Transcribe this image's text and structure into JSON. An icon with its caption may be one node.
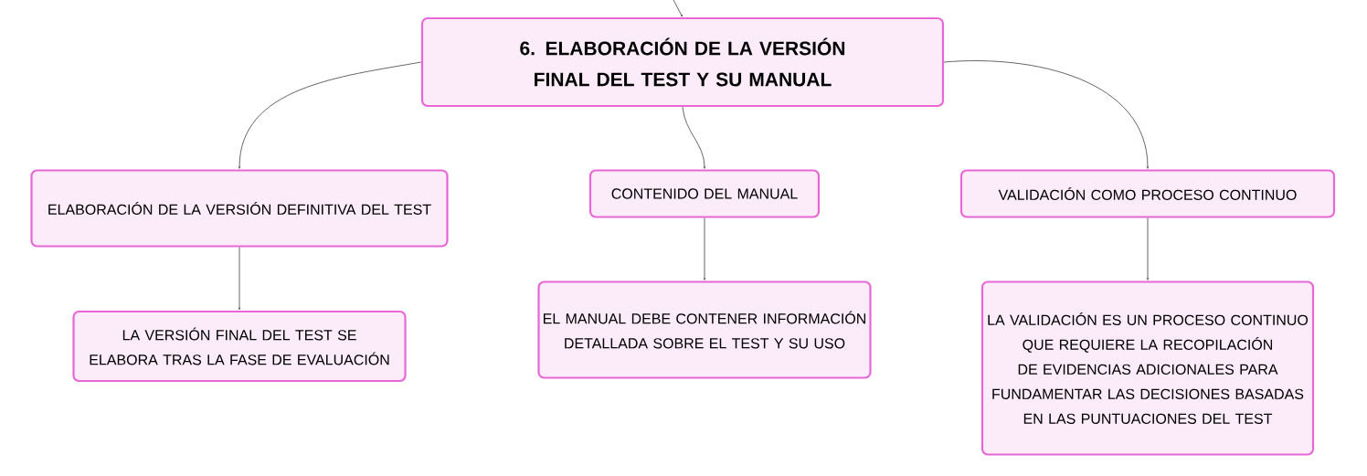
{
  "diagram": {
    "nodes": [
      {
        "text": [
          "6. ELABORACIÓN DE LA VERSIÓN FINAL DEL TEST Y SU MANUAL"
        ]
      },
      {
        "text": [
          "ELABORACIÓN DE LA VERSIÓN DEFINITIVA DEL TEST"
        ]
      },
      {
        "text": [
          "CONTENIDO DEL MANUAL"
        ]
      },
      {
        "text": [
          "VALIDACIÓN COMO PROCESO CONTINUO"
        ]
      },
      {
        "text": [
          "LA VERSIÓN FINAL DEL TEST SE ELABORA TRAS LA FASE DE EVALUACIÓN"
        ]
      },
      {
        "text": [
          "EL MANUAL DEBE CONTENER INFORMACIÓN DETALLADA SOBRE EL TEST Y SU USO"
        ]
      },
      {
        "text": [
          "LA VALIDACIÓN ES UN PROCESO CONTINUO QUE REQUIERE LA RECOPILACIÓN DE EVIDENCIAS ADICIONALES PARA FUNDAMENTAR LAS DECISIONES BASADAS EN LAS PUNTUACIONES DEL TEST"
        ]
      }
    ],
    "edges": [
      {
        "from": null,
        "to": 0,
        "arrow": "to"
      },
      {
        "from": 0,
        "to": 1,
        "arrow": "to"
      },
      {
        "from": 0,
        "to": 2,
        "arrow": "to"
      },
      {
        "from": 0,
        "to": 3,
        "arrow": "to"
      },
      {
        "from": 1,
        "to": 4,
        "arrow": "to"
      },
      {
        "from": 2,
        "to": 5,
        "arrow": "to"
      },
      {
        "from": 3,
        "to": 6,
        "arrow": "to"
      }
    ]
  }
}
